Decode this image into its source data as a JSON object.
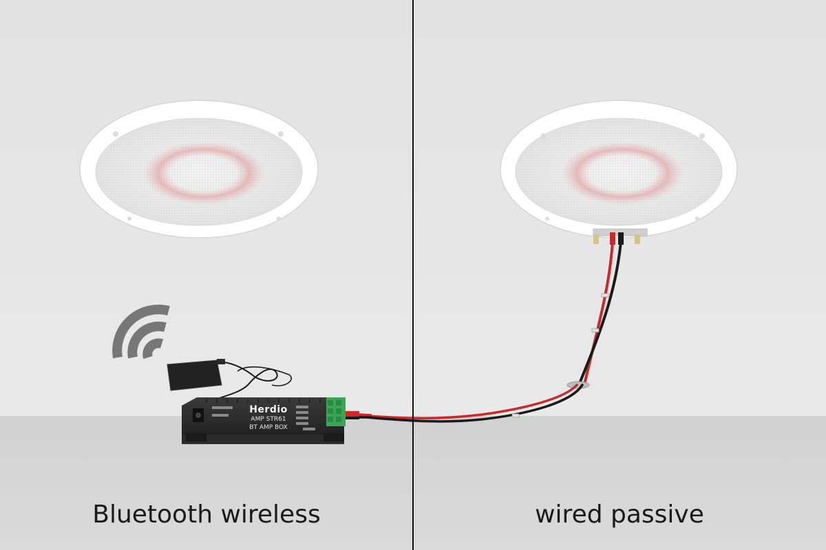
{
  "captions": {
    "left": "Bluetooth wireless",
    "right": "wired passive"
  },
  "amplifier": {
    "brand": "Herdio",
    "model": "AMP STR61",
    "subtitle": "BT AMP BOX"
  },
  "colors": {
    "ceiling": "#e4e4e4",
    "wall": "#cfcfcf",
    "divider": "#111111",
    "speaker_grille": "#eeeeee",
    "wire_red": "#c9292b",
    "wire_black": "#1a1a1a",
    "amplifier_body": "#2a2a2a",
    "terminal_green": "#3aa655",
    "wifi_symbol": "#777777"
  },
  "icons": [
    "wifi-icon"
  ]
}
